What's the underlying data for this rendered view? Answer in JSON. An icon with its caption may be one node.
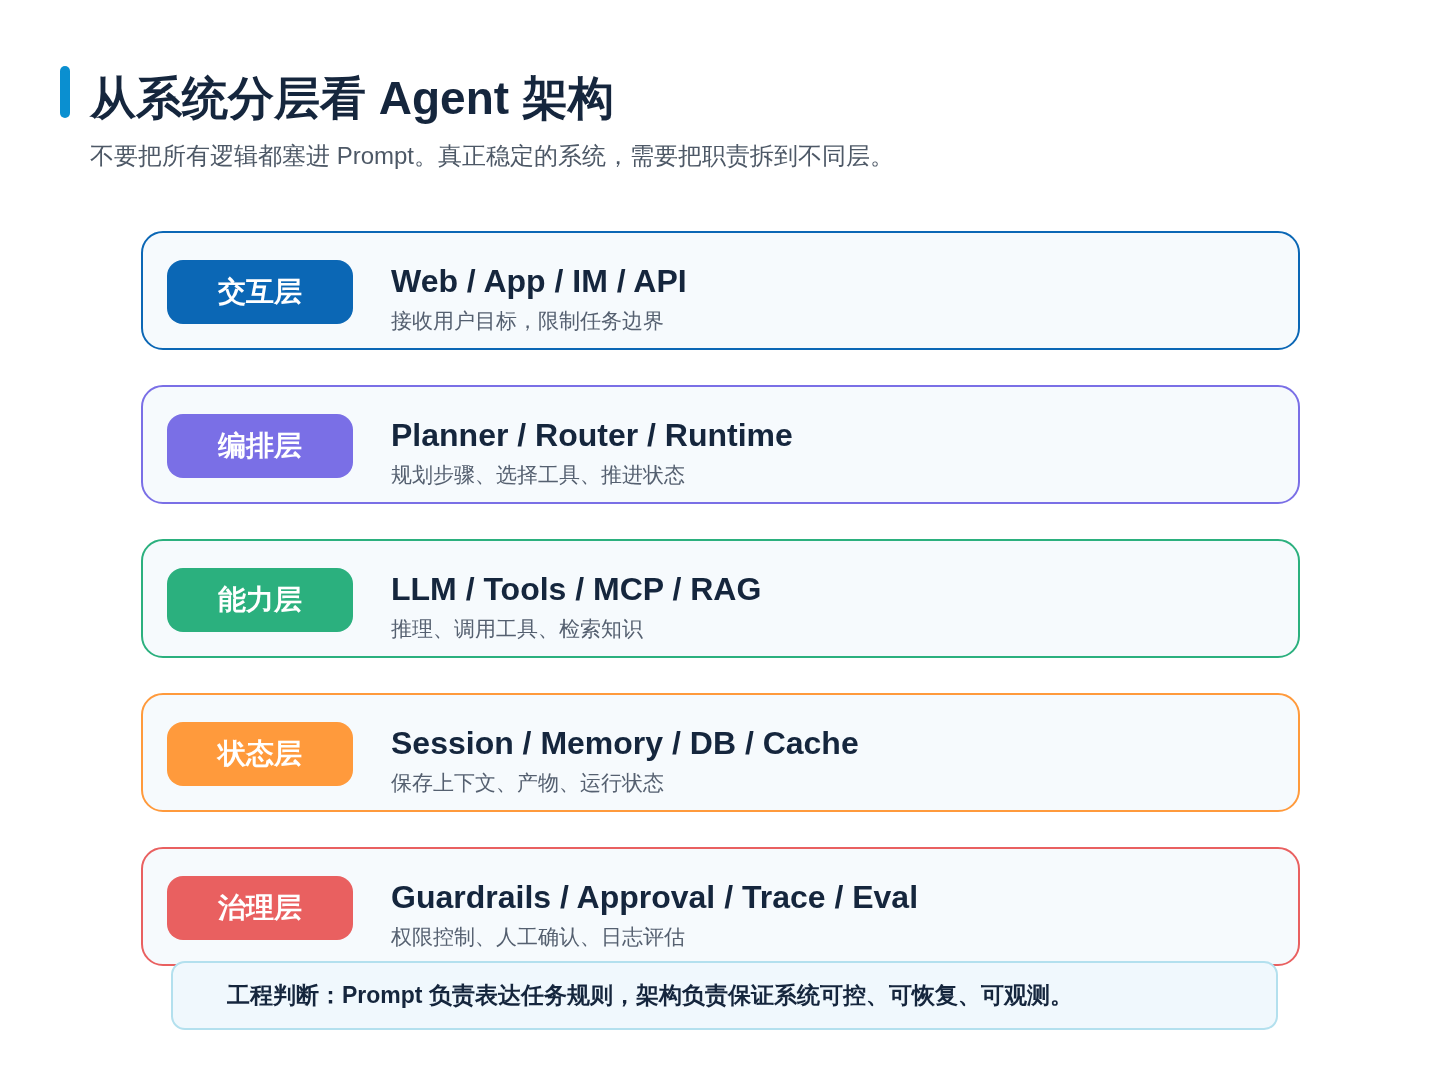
{
  "diagram": {
    "title": "从系统分层看 Agent 架构",
    "nodes": [
      {
        "text": [
          "Web / App / IM / API",
          "接收用户目标，限制任务边界"
        ]
      },
      {
        "text": [
          "交互层"
        ],
        "in": 0
      },
      {
        "text": [
          "Planner / Router / Runtime",
          "规划步骤、选择工具、推进状态"
        ]
      },
      {
        "text": [
          "编排层"
        ],
        "in": 2
      },
      {
        "text": [
          "LLM / Tools / MCP / RAG",
          "推理、调用工具、检索知识"
        ]
      },
      {
        "text": [
          "能力层"
        ],
        "in": 4
      },
      {
        "text": [
          "Session / Memory / DB / Cache",
          "保存上下文、产物、运行状态"
        ]
      },
      {
        "text": [
          "状态层"
        ],
        "in": 6
      },
      {
        "text": [
          "Guardrails / Approval / Trace / Eval",
          "权限控制、人工确认、日志评估"
        ]
      },
      {
        "text": [
          "治理层"
        ],
        "in": 8
      },
      {
        "text": [
          "**工程判断：**Prompt 负责表达任务规则，架构负责保证系统可控、可恢复、可观测。"
        ]
      }
    ],
    "labels": [
      "不要把所有逻辑都塞进 Prompt。真正稳定的系统，需要把职责拆到不同层。"
    ]
  }
}
